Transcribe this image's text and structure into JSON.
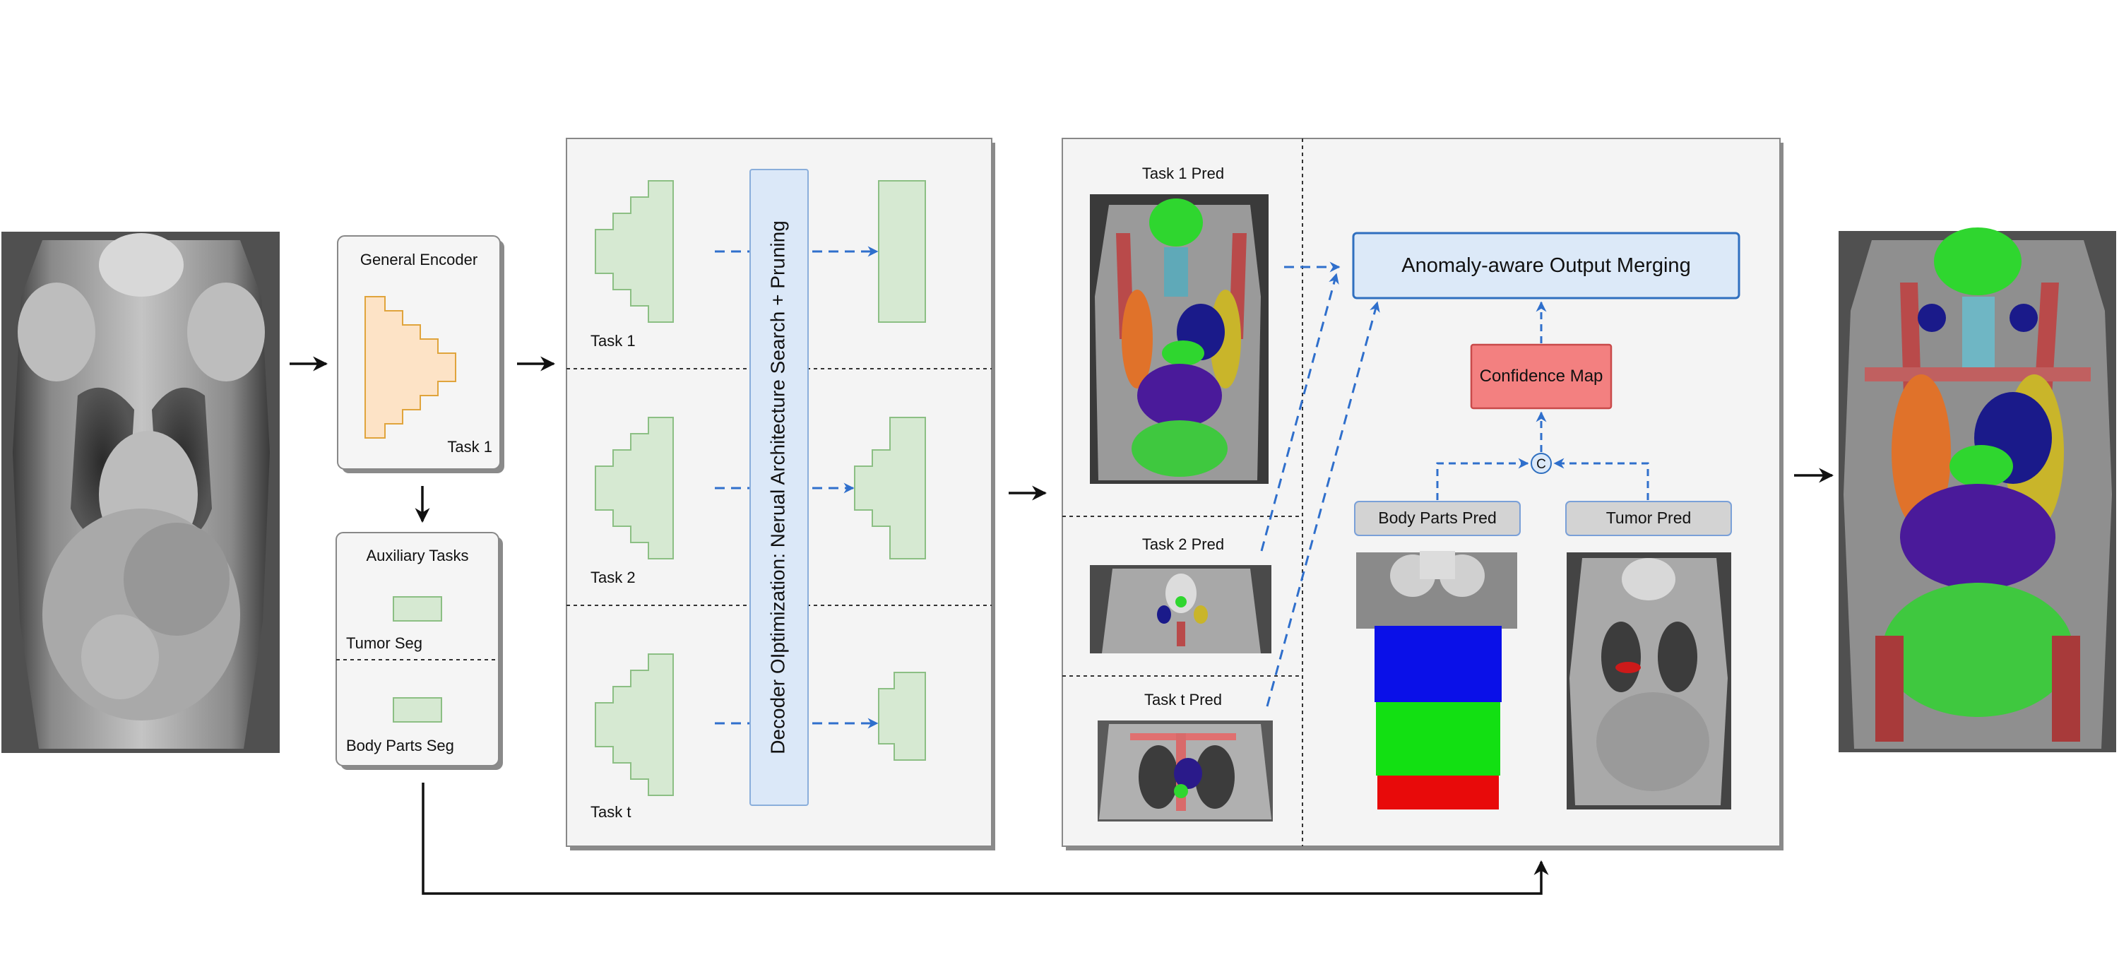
{
  "encoder": {
    "title": "General Encoder",
    "task": "Task 1"
  },
  "auxiliary": {
    "title": "Auxiliary Tasks",
    "tumor_seg": "Tumor Seg",
    "body_parts_seg": "Body Parts Seg"
  },
  "decoder": {
    "banner": "Decoder OIptimization: Nerual Architecture Search + Pruning",
    "tasks": [
      "Task 1",
      "Task 2",
      "Task t"
    ]
  },
  "predictions": {
    "task1": "Task 1 Pred",
    "task2": "Task 2 Pred",
    "taskt": "Task t Pred"
  },
  "merging": {
    "title": "Anomaly-aware Output Merging",
    "confidence_map": "Confidence Map",
    "concat_symbol": "C",
    "body_parts_pred": "Body Parts Pred",
    "tumor_pred": "Tumor Pred"
  },
  "colors": {
    "encoder_fill": "#fde3c6",
    "encoder_stroke": "#e0a43c",
    "decoder_fill": "#d6e9d2",
    "decoder_stroke": "#8cbf84",
    "banner_fill": "#dbe8f8",
    "banner_stroke": "#8aaedb",
    "merge_fill": "#dce9f8",
    "merge_stroke": "#2f6fbf",
    "confidence_fill": "#f38080",
    "confidence_stroke": "#c94a4a",
    "pred_label_fill": "#d3d3d3",
    "arrow_blue": "#2f6fcc"
  }
}
